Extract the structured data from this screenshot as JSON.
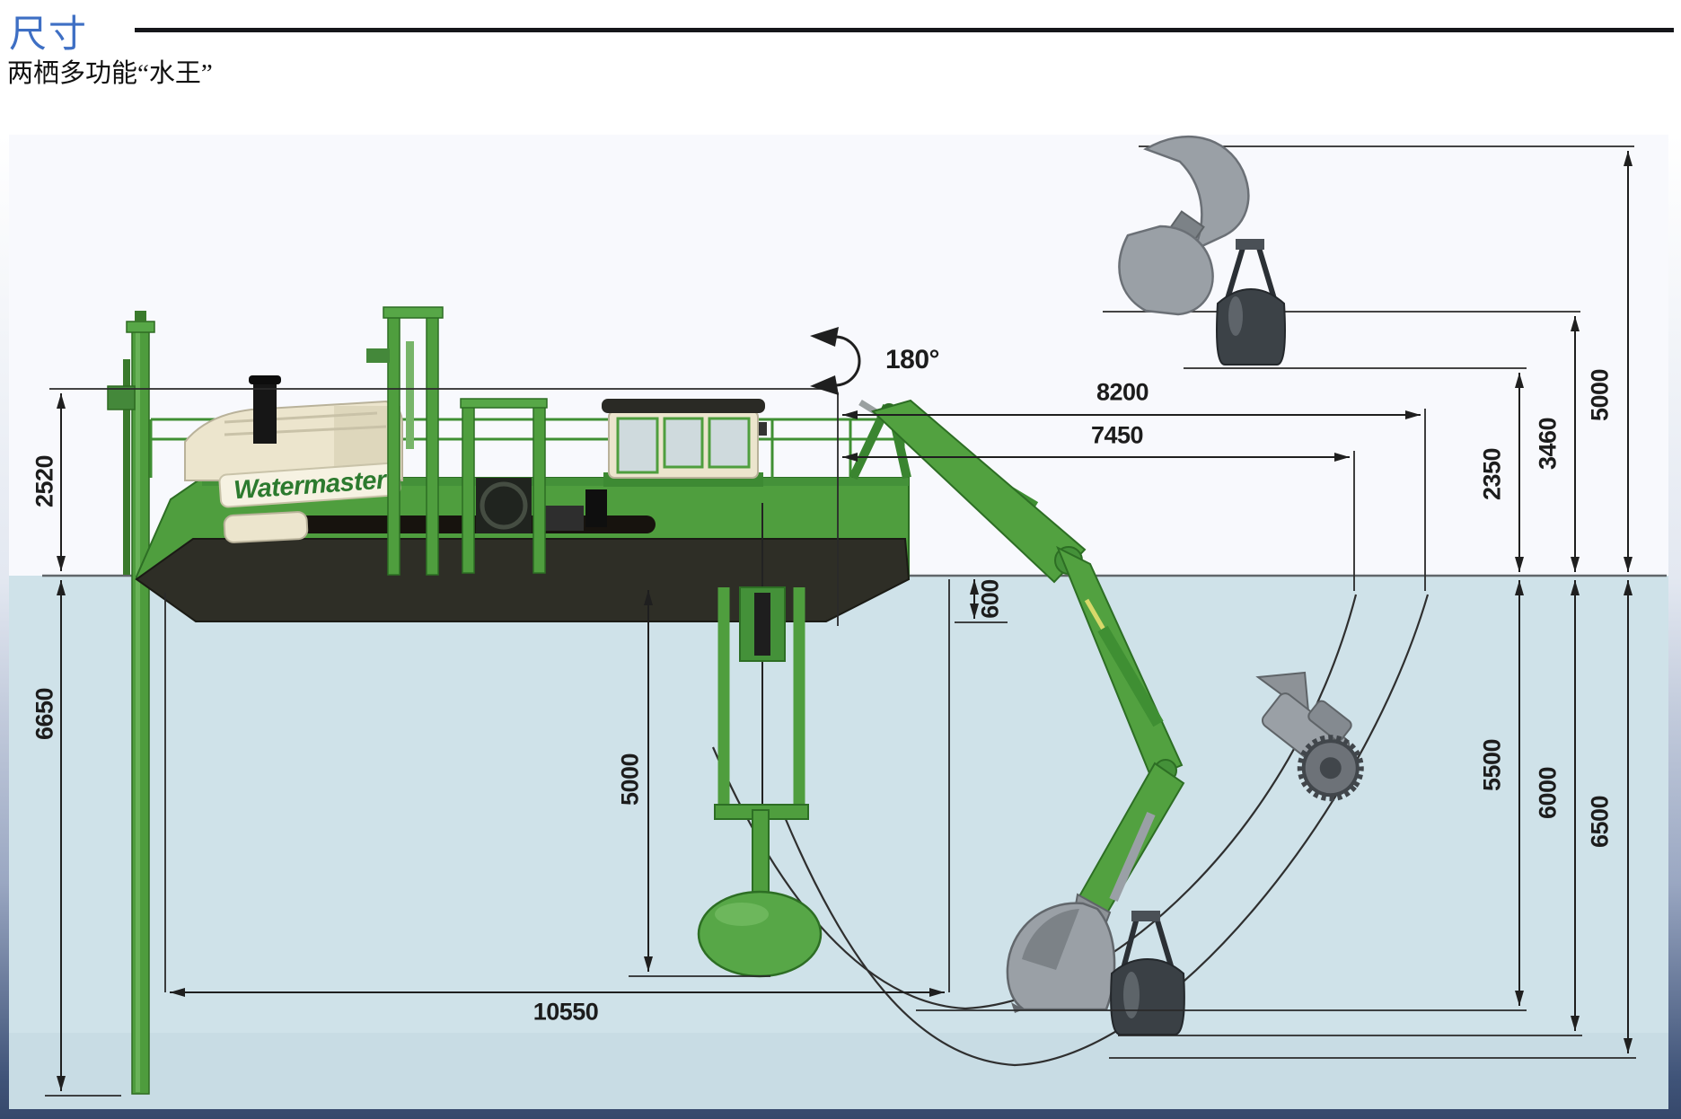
{
  "header": {
    "title": "尺寸",
    "subtitle": "两栖多功能“水王”"
  },
  "machine": {
    "brand": "Watermaster"
  },
  "annotations": {
    "rotation": "180°",
    "dims": {
      "mast_above_water": "2520",
      "spud_below_water": "6650",
      "pump_depth": "5000",
      "draft": "600",
      "reach_top": "8200",
      "reach_mid": "7450",
      "overall_reach": "10550",
      "height_bucket": "2350",
      "height_mid": "3460",
      "height_top": "5000",
      "dig_depth_1": "5500",
      "dig_depth_2": "6000",
      "dig_depth_3": "6500"
    }
  },
  "colors": {
    "accent_blue": "#3e6fc4",
    "sky": "#f8f9fd",
    "water": "#cfe2e9",
    "machine_green": "#4f9e3e",
    "cream": "#ece5cd",
    "frame_navy": "#3f5378",
    "line": "#1f1f1f"
  }
}
